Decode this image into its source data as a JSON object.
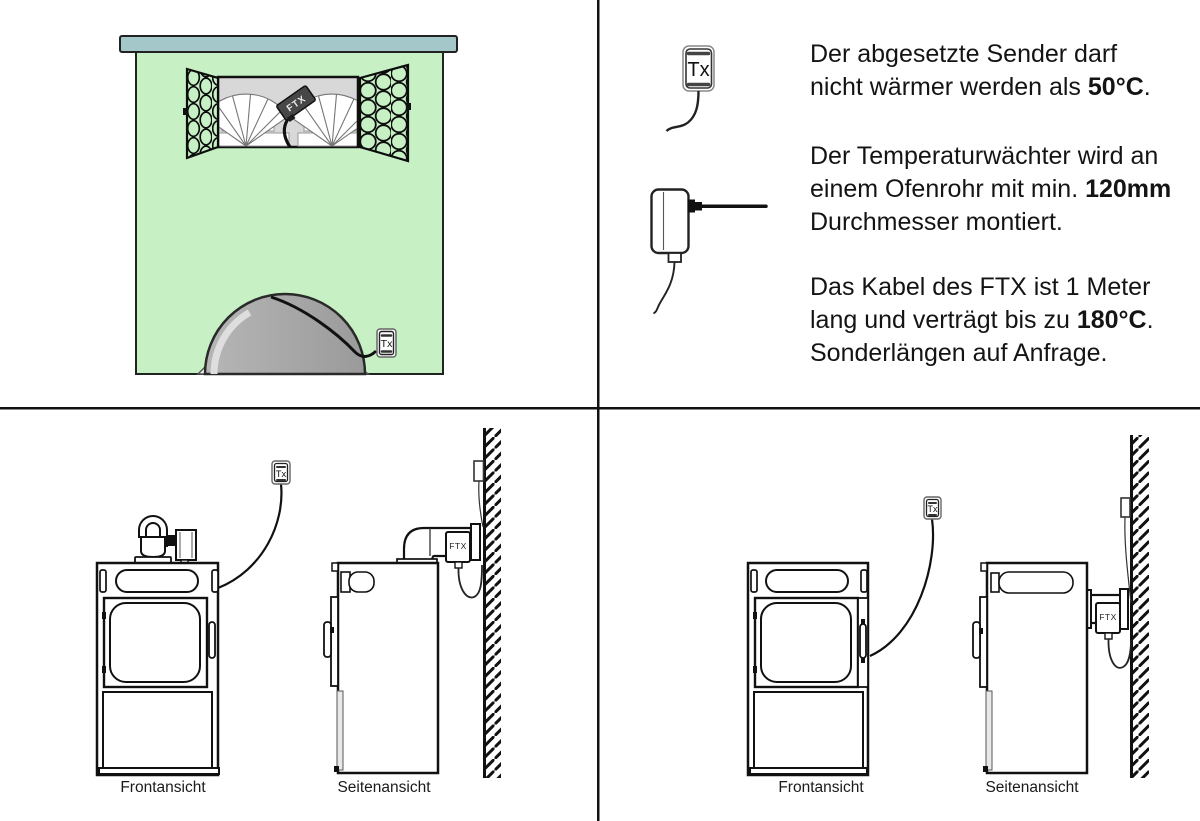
{
  "colors": {
    "stove_green": "#c7f1c5",
    "mantel_teal": "#a4c8ca",
    "interior_gray": "#d8d8d8",
    "dome_gray": "#a8a8a8",
    "device_dark": "#474747",
    "ink": "#111111"
  },
  "labels": {
    "tx": "Tx",
    "ftx": "FTX",
    "front_view": "Frontansicht",
    "side_view": "Seitenansicht"
  },
  "instructions": [
    {
      "lines": [
        {
          "pre": "Der abgesetzte Sender darf",
          "bold": "",
          "post": ""
        },
        {
          "pre": "nicht wärmer werden als ",
          "bold": "50°C",
          "post": "."
        }
      ]
    },
    {
      "lines": [
        {
          "pre": "Der Temperaturwächter wird an",
          "bold": "",
          "post": ""
        },
        {
          "pre": "einem Ofenrohr mit min. ",
          "bold": "120mm",
          "post": ""
        },
        {
          "pre": "Durchmesser montiert.",
          "bold": "",
          "post": ""
        }
      ]
    },
    {
      "lines": [
        {
          "pre": "Das Kabel des FTX ist 1 Meter",
          "bold": "",
          "post": ""
        },
        {
          "pre": "lang und verträgt bis zu ",
          "bold": "180°C",
          "post": "."
        },
        {
          "pre": "Sonderlängen auf Anfrage.",
          "bold": "",
          "post": ""
        }
      ]
    }
  ]
}
